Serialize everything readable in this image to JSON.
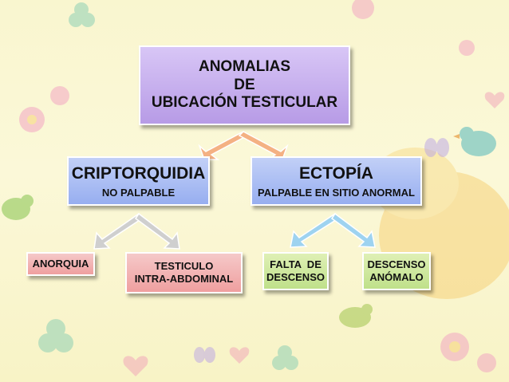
{
  "diagram": {
    "root": {
      "line1": "ANOMALIAS",
      "line2": "DE",
      "line3": "UBICACIÓN TESTICULAR"
    },
    "left": {
      "title": "CRIPTORQUIDIA",
      "subtitle": "NO PALPABLE"
    },
    "right": {
      "title": "ECTOPÍA",
      "subtitle": "PALPABLE EN SITIO ANORMAL"
    },
    "leaves": [
      {
        "line1": "ANORQUIA"
      },
      {
        "line1": "TESTICULO",
        "line2": "INTRA-ABDOMINAL"
      },
      {
        "line1": "FALTA  DE",
        "line2": "DESCENSO"
      },
      {
        "line1": "DESCENSO",
        "line2": "ANÓMALO"
      }
    ]
  },
  "colors": {
    "background": "#f9f6cf",
    "root_box": "#c6aef0",
    "level2_box": "#a9bdf3",
    "leaf_pink": "#f2b1b1",
    "leaf_green": "#cde89c",
    "arrow_orange": "#f4b183",
    "arrow_gray": "#c9c9c9",
    "arrow_blue": "#9ed3f0"
  },
  "decor_icons": [
    "bird-icon",
    "flower-icon",
    "clover-icon",
    "heart-icon",
    "butterfly-icon"
  ]
}
